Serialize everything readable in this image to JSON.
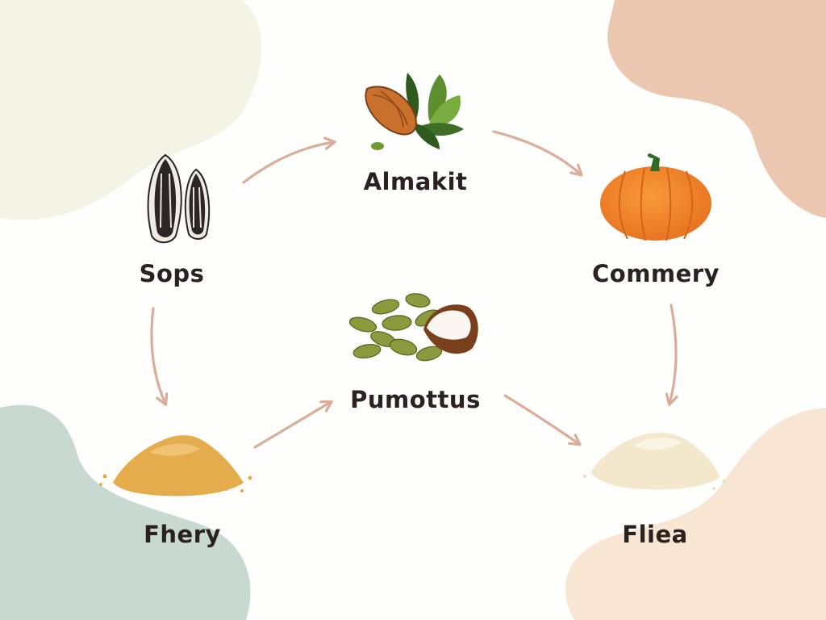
{
  "diagram": {
    "nodes": [
      {
        "id": "sops",
        "label": "Sops",
        "icon": "sunflower-seeds-icon"
      },
      {
        "id": "almakit",
        "label": "Almakit",
        "icon": "almond-leaves-icon"
      },
      {
        "id": "commery",
        "label": "Commery",
        "icon": "pumpkin-icon"
      },
      {
        "id": "pumottus",
        "label": "Pumottus",
        "icon": "pumpkin-seeds-coconut-icon"
      },
      {
        "id": "fhery",
        "label": "Fhery",
        "icon": "golden-flour-pile-icon"
      },
      {
        "id": "fliea",
        "label": "Fliea",
        "icon": "white-flour-pile-icon"
      }
    ],
    "edges": [
      {
        "from": "sops",
        "to": "almakit"
      },
      {
        "from": "almakit",
        "to": "commery"
      },
      {
        "from": "sops",
        "to": "fhery"
      },
      {
        "from": "commery",
        "to": "fliea"
      },
      {
        "from": "fhery",
        "to": "pumottus"
      },
      {
        "from": "pumottus",
        "to": "fliea"
      }
    ]
  },
  "colors": {
    "arrow": "#d9ad9a",
    "label": "#2b2220",
    "blob_top_left": "#f4f4e4",
    "blob_top_right": "#ecc7b0",
    "blob_bottom_left": "#c7d9d0",
    "blob_bottom_right": "#f8e6d3"
  }
}
